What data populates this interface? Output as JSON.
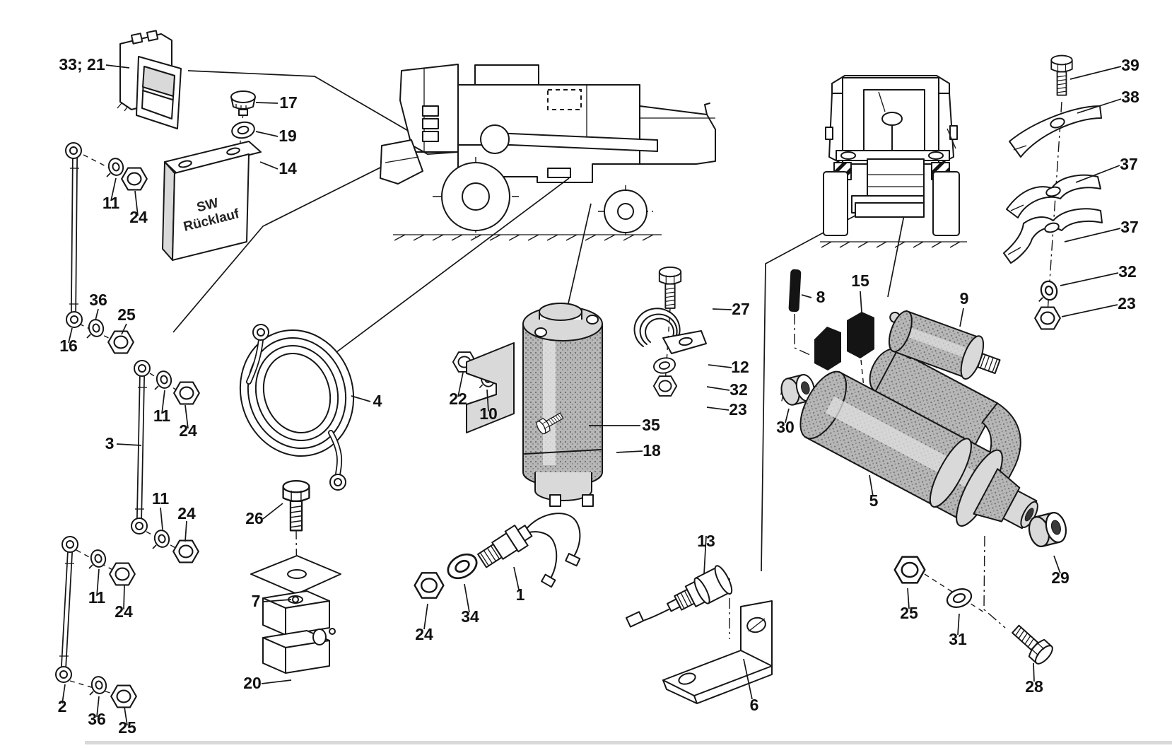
{
  "page": {
    "background": "#ffffff",
    "ink": "#161616",
    "type": "exploded-parts-diagram"
  },
  "sign": {
    "line1": "SW",
    "line2": "Rücklauf"
  },
  "labels": [
    {
      "text": "33; 21"
    },
    {
      "text": "17"
    },
    {
      "text": "19"
    },
    {
      "text": "14"
    },
    {
      "text": "11"
    },
    {
      "text": "24"
    },
    {
      "text": "16"
    },
    {
      "text": "36"
    },
    {
      "text": "25"
    },
    {
      "text": "3"
    },
    {
      "text": "11"
    },
    {
      "text": "24"
    },
    {
      "text": "11"
    },
    {
      "text": "24"
    },
    {
      "text": "2"
    },
    {
      "text": "11"
    },
    {
      "text": "24"
    },
    {
      "text": "36"
    },
    {
      "text": "25"
    },
    {
      "text": "4"
    },
    {
      "text": "26"
    },
    {
      "text": "7"
    },
    {
      "text": "20"
    },
    {
      "text": "22"
    },
    {
      "text": "10"
    },
    {
      "text": "35"
    },
    {
      "text": "18"
    },
    {
      "text": "27"
    },
    {
      "text": "12"
    },
    {
      "text": "32"
    },
    {
      "text": "23"
    },
    {
      "text": "13"
    },
    {
      "text": "6"
    },
    {
      "text": "8"
    },
    {
      "text": "15"
    },
    {
      "text": "9"
    },
    {
      "text": "30"
    },
    {
      "text": "5"
    },
    {
      "text": "29"
    },
    {
      "text": "25"
    },
    {
      "text": "31"
    },
    {
      "text": "28"
    },
    {
      "text": "39"
    },
    {
      "text": "38"
    },
    {
      "text": "37"
    },
    {
      "text": "37"
    },
    {
      "text": "32"
    },
    {
      "text": "23"
    },
    {
      "text": "1"
    },
    {
      "text": "34"
    },
    {
      "text": "24"
    }
  ]
}
